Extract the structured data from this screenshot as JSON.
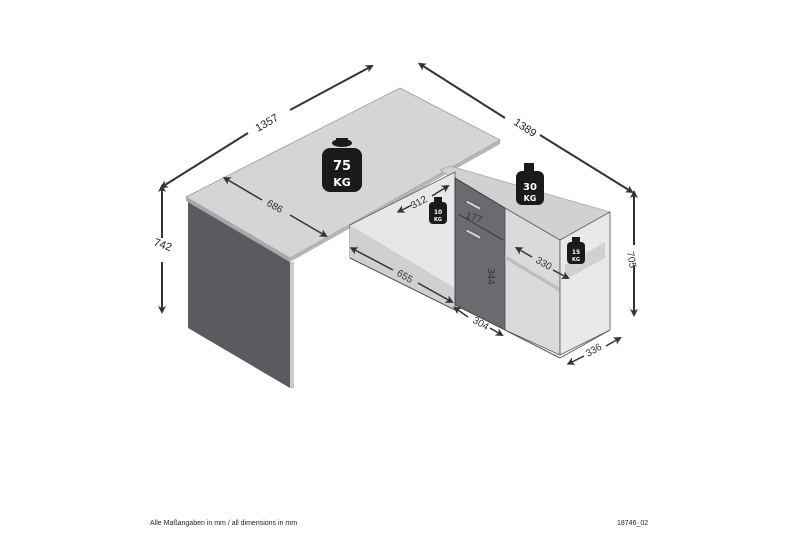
{
  "diagram": {
    "type": "technical-dimension-drawing",
    "subject": "L-shaped corner desk with cabinet",
    "dimensions": {
      "total_width_left": "1357",
      "total_width_right": "1389",
      "height_left": "742",
      "height_right": "705",
      "desk_depth": "686",
      "shelf_depth_inner": "312",
      "drawer_height": "177",
      "door_height": "344",
      "open_width": "655",
      "door_width": "304",
      "side_shelf_depth": "330",
      "side_width": "336"
    },
    "load_labels": {
      "desktop": {
        "value": "75",
        "unit": "KG"
      },
      "cabinet_top": {
        "value": "30",
        "unit": "KG"
      },
      "inner_shelf": {
        "value": "10",
        "unit": "KG"
      },
      "side_shelf": {
        "value": "15",
        "unit": "KG"
      }
    },
    "colors": {
      "top_surface": "#d4d5d7",
      "dark_panel": "#5a5b5e",
      "mid_panel": "#8a8b8e",
      "arrow": "#333333",
      "weight_icon": "#1a1a1a"
    }
  },
  "footer": {
    "note": "Alle Maßangaben in mm / all dimensions in mm",
    "code": "18746_02"
  }
}
